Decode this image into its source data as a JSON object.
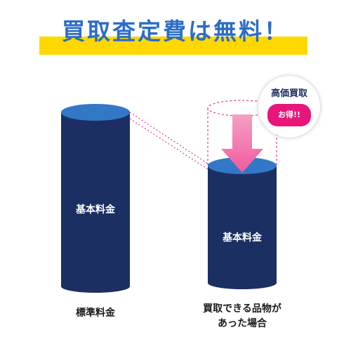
{
  "title": "買取査定費は無料！",
  "standard": {
    "cylinder_label": "基本料金",
    "caption": "標準料金"
  },
  "purchase": {
    "cylinder_label": "基本料金",
    "caption_line1": "買取できる品物が",
    "caption_line2": "あった場合"
  },
  "callout": {
    "title": "高価買取",
    "badge": "お得!!"
  },
  "colors": {
    "title_blue": "#2b6cc9",
    "highlight_yellow": "#ffd800",
    "cylinder_navy": "#1c2f63",
    "cylinder_top_blue": "#3378c7",
    "arrow_pink": "#f06aa6",
    "accent_magenta": "#e8157a"
  }
}
